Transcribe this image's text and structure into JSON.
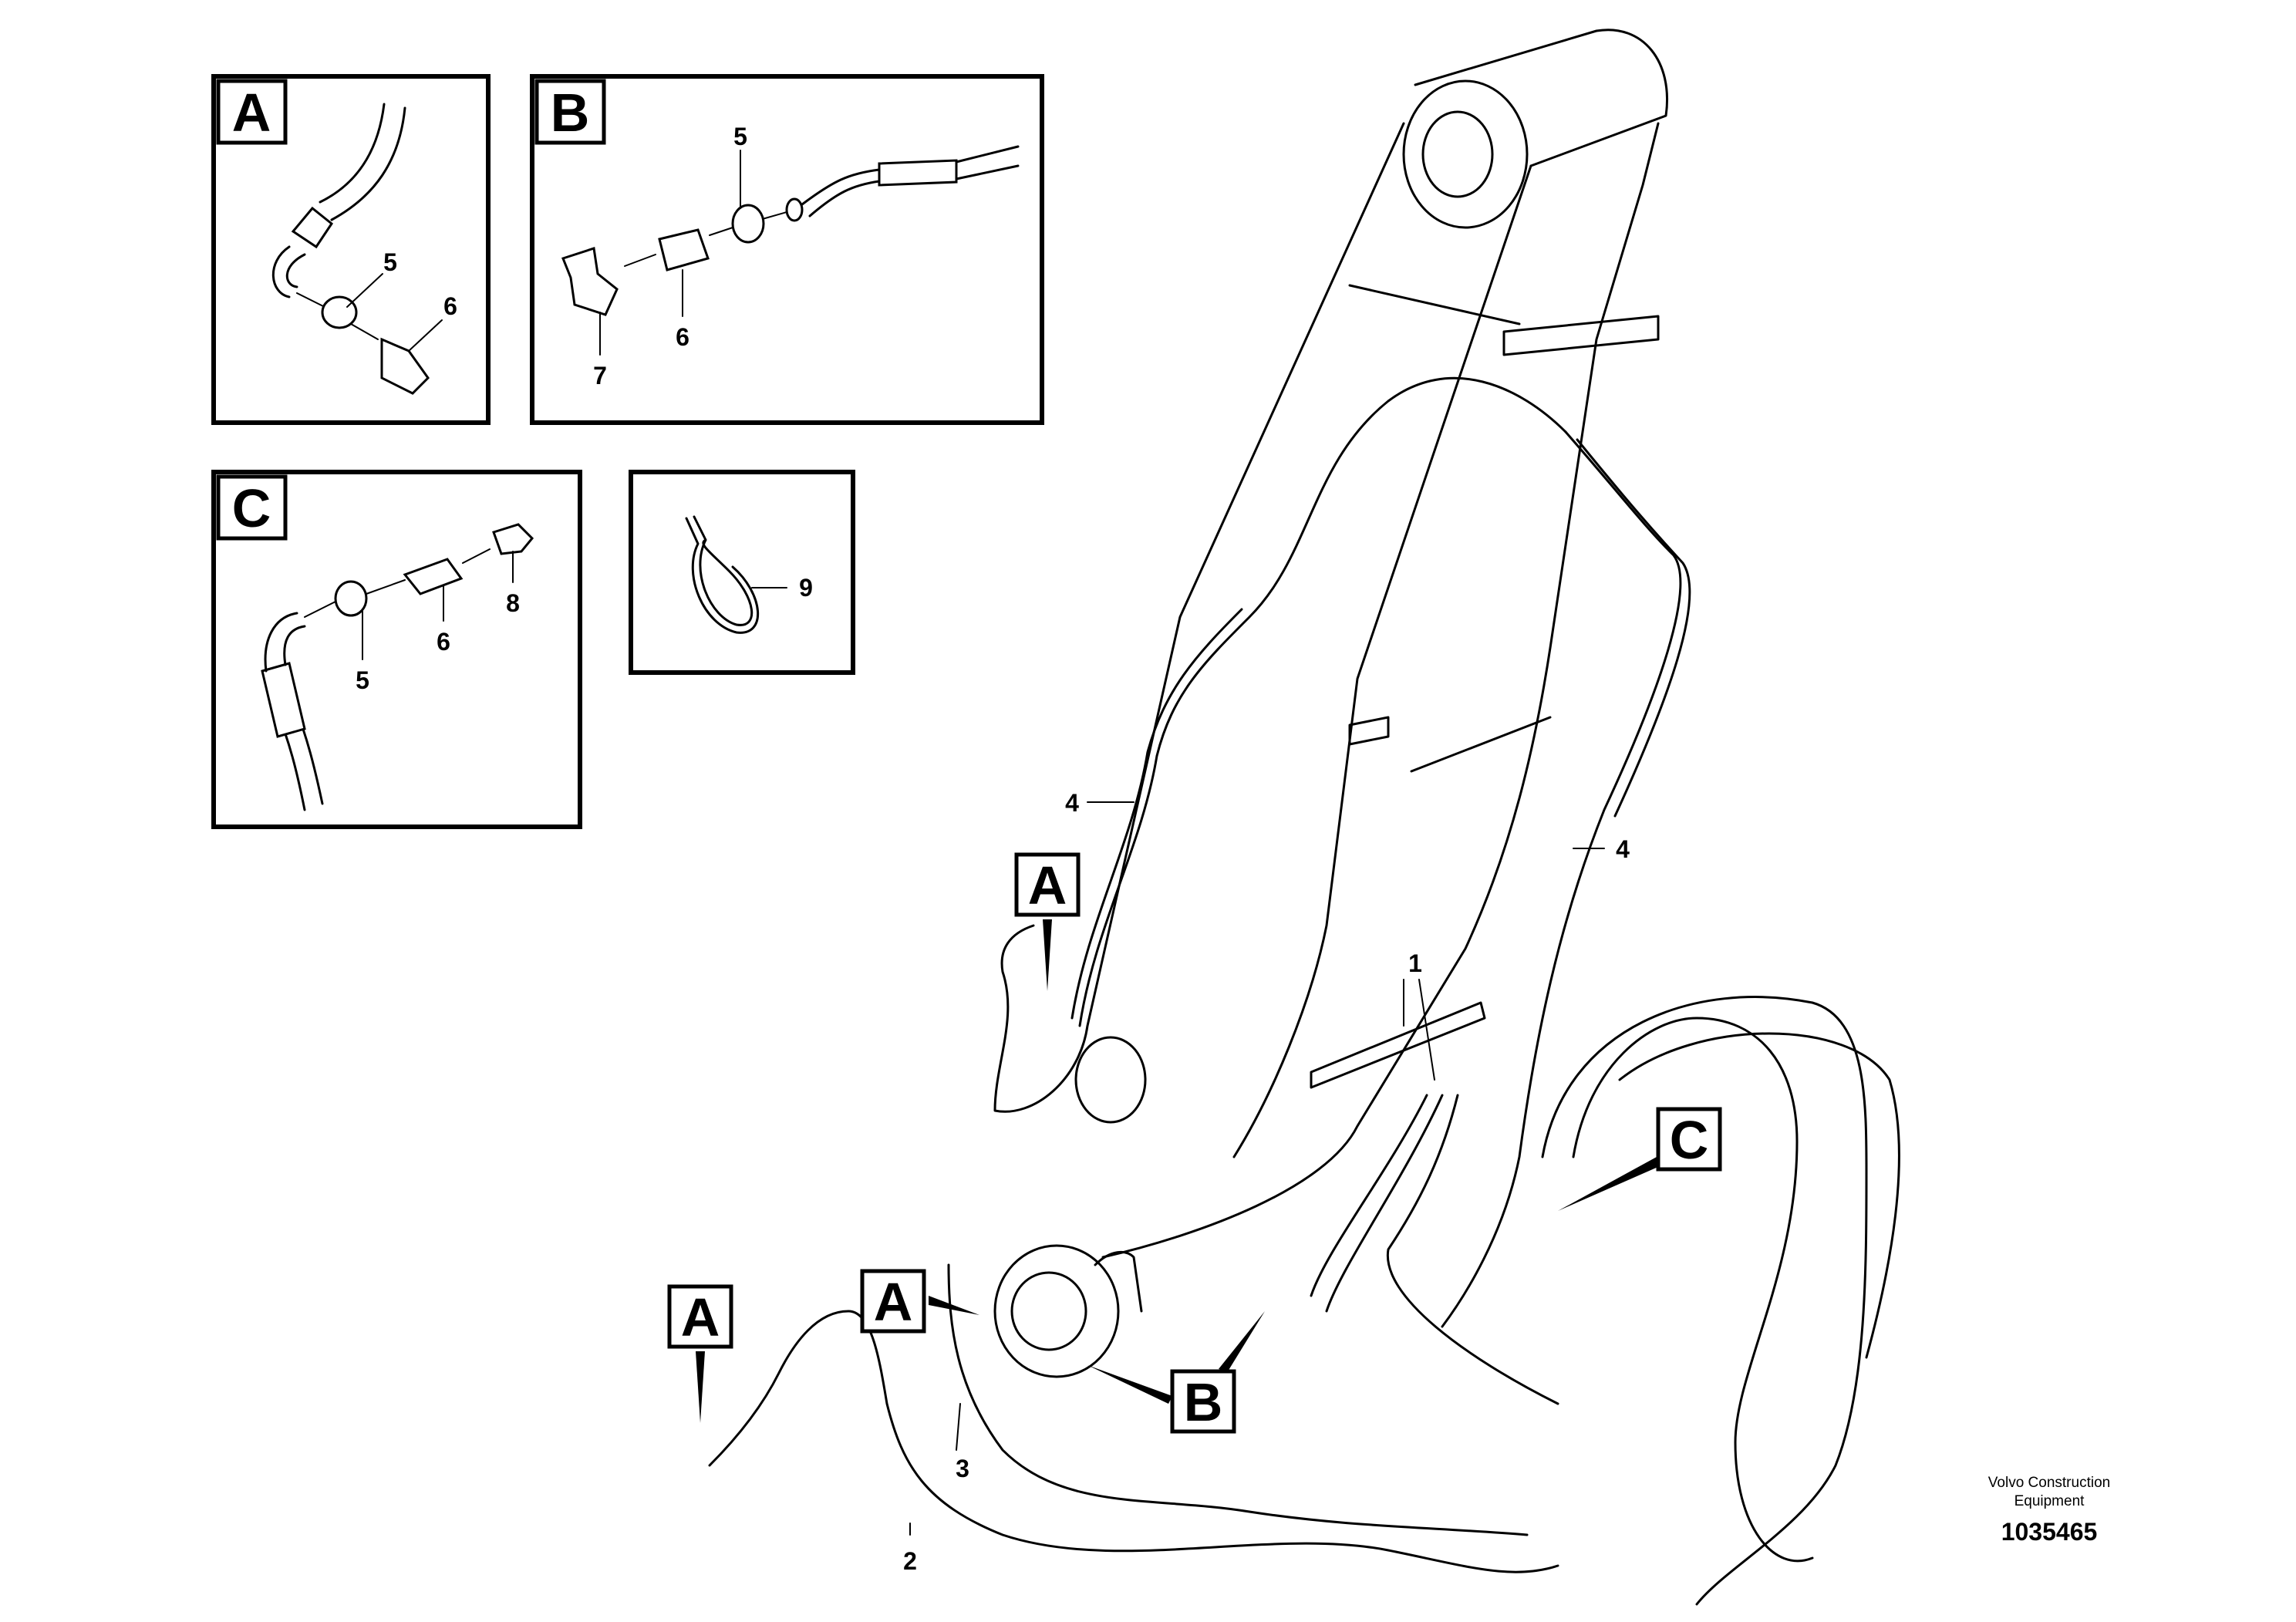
{
  "detail_views": {
    "A": {
      "letter": "A",
      "callouts": [
        "5",
        "6"
      ]
    },
    "B": {
      "letter": "B",
      "callouts": [
        "5",
        "6",
        "7"
      ]
    },
    "C": {
      "letter": "C",
      "callouts": [
        "5",
        "6",
        "8"
      ]
    },
    "tie": {
      "callouts": [
        "9"
      ]
    }
  },
  "main_view": {
    "callouts": [
      "1",
      "2",
      "3",
      "4",
      "4"
    ],
    "markers": [
      "A",
      "A",
      "A",
      "B",
      "C"
    ]
  },
  "credit": {
    "line1": "Volvo Construction",
    "line2": "Equipment",
    "code": "1035465"
  }
}
